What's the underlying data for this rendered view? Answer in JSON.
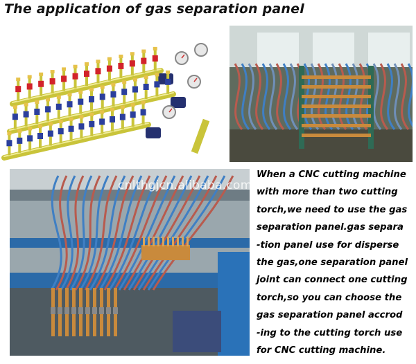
{
  "title": "The application of gas separation panel",
  "watermark": "cnlthgjcn.alibaba.com",
  "description_lines": [
    "When a CNC cutting machine",
    "with more than two cutting",
    "torch,we need to use the gas",
    "separation panel.gas separa",
    "-tion panel use for disperse",
    "the gas,one separation panel",
    "joint can connect one cutting",
    "torch,so you can choose the",
    "gas separation panel accrod",
    "-ing to the cutting torch use",
    "for CNC cutting machine."
  ],
  "colors": {
    "manifold": "#c9c43a",
    "valve_red": "#d2232a",
    "valve_blue": "#2b3f9c",
    "hose_blue": "#3f7fc4",
    "hose_red": "#b85b4e",
    "copper": "#c98a3c"
  }
}
